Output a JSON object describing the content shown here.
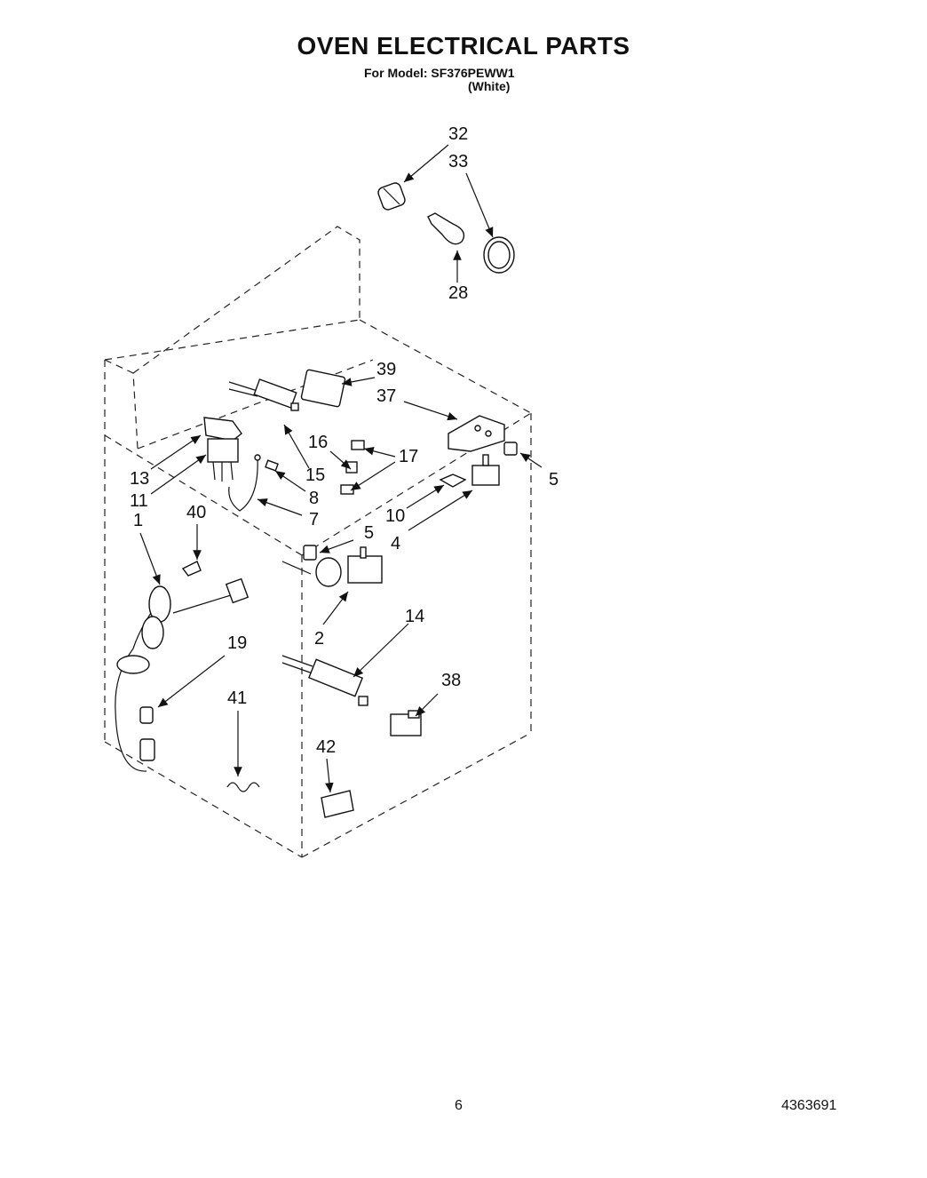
{
  "header": {
    "title": "OVEN ELECTRICAL PARTS",
    "subtitle": "For Model: SF376PEWW1",
    "variant": "(White)"
  },
  "callouts": {
    "c32": "32",
    "c33": "33",
    "c28": "28",
    "c39": "39",
    "c37": "37",
    "c16": "16",
    "c17": "17",
    "c15": "15",
    "c13": "13",
    "c11": "11",
    "c8": "8",
    "c7": "7",
    "c5a": "5",
    "c5b": "5",
    "c1": "1",
    "c40": "40",
    "c10": "10",
    "c4": "4",
    "c2": "2",
    "c14": "14",
    "c19": "19",
    "c38": "38",
    "c41": "41",
    "c42": "42"
  },
  "footer": {
    "page_number": "6",
    "document_number": "4363691"
  }
}
